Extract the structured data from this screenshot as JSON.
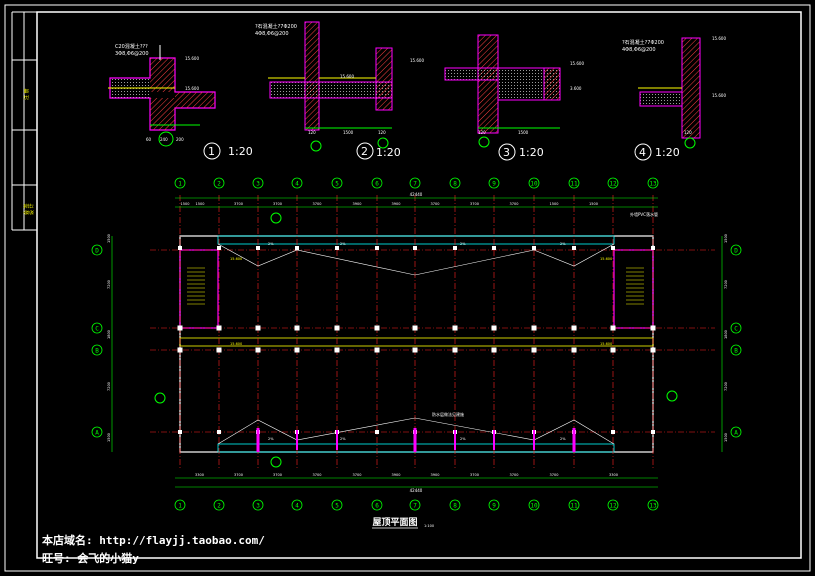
{
  "sheet": {
    "title_block_labels": [
      "注  册",
      "会  签",
      "设  计"
    ]
  },
  "details": [
    {
      "num": "1",
      "scale": "1:20",
      "callout": "C20混凝土???",
      "callout2": "3Φ8,Φ6@200",
      "elev1": "15.600",
      "elev2": "15.600",
      "dims": [
        "60",
        "240",
        "200"
      ]
    },
    {
      "num": "2",
      "scale": "1:20",
      "callout": "?石混凝土?7Φ200",
      "callout2": "4Φ8,Φ6@200",
      "elev1": "15.600",
      "elev2": "15.600",
      "dims": [
        "120",
        "1500",
        "120"
      ]
    },
    {
      "num": "3",
      "scale": "1:20",
      "callout": "",
      "callout2": "",
      "elev1": "15.600",
      "elev2": "3.600",
      "dims": [
        "120",
        "1500"
      ]
    },
    {
      "num": "4",
      "scale": "1:20",
      "callout": "?石混凝土?7Φ200",
      "callout2": "4Φ8,Φ6@200",
      "elev1": "15.600",
      "elev2": "15.600",
      "dims": [
        "120"
      ]
    }
  ],
  "plan": {
    "title": "屋顶平面图",
    "scale": "1:100",
    "total_dim": "42440",
    "col_axes": [
      "1",
      "2",
      "3",
      "4",
      "5",
      "6",
      "7",
      "8",
      "9",
      "10",
      "11",
      "12",
      "13"
    ],
    "row_axes": [
      "D",
      "C",
      "B",
      "A"
    ],
    "top_dims": [
      "1500",
      "1500",
      "3700",
      "3700",
      "3700",
      "3900",
      "3900",
      "3700",
      "3700",
      "3700",
      "1500",
      "1500"
    ],
    "bottom_dims": [
      "3300",
      "3700",
      "3700",
      "3700",
      "3700",
      "3900",
      "3900",
      "3700",
      "3700",
      "3700",
      "3300"
    ],
    "left_dims": [
      "1500",
      "7200",
      "1800",
      "7200",
      "1500"
    ],
    "slopes": [
      "2%",
      "2%",
      "2%",
      "2%",
      "2%",
      "2%",
      "2%",
      "2%"
    ],
    "elevs": [
      "15.600",
      "15.600",
      "15.600",
      "15.600"
    ],
    "notes": [
      "防水层做法见建施",
      "外墙PVC落水管"
    ]
  },
  "footer": {
    "site_label": "本店域名:",
    "site_url": "http://flayjj.taobao.com/",
    "ww_label": "旺号:",
    "ww_name": "会飞的小猫y"
  }
}
